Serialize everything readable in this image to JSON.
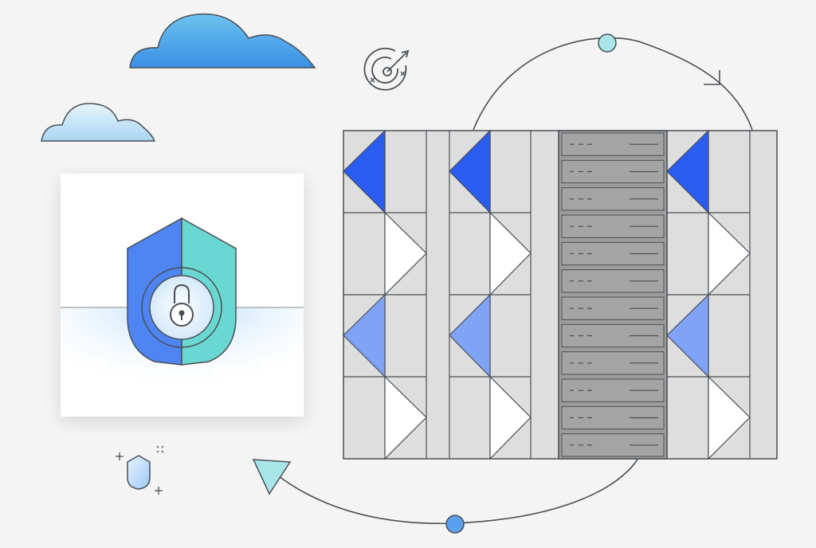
{
  "palette": {
    "background": "#f4f4f4",
    "outline": "#4a4f55",
    "blue_dark": "#2a5cf0",
    "blue_light": "#7fa3f5",
    "teal": "#6ad8d2",
    "cloud_blue": "#4a9ee8",
    "cloud_light": "#bfe0f5",
    "panel_gray": "#dedede",
    "server_gray": "#9c9c9c",
    "node_teal": "#a9e6ea",
    "node_blue": "#5aa0ec"
  },
  "icons": {
    "top_cloud": "cloud-icon",
    "small_cloud": "cloud-icon",
    "target": "target-icon",
    "shield": "shield-lock-icon",
    "padlock": "padlock-icon",
    "mini_shield": "shield-icon",
    "sparkle": "sparkle-icon",
    "flow_arrow": "cycle-arrow-icon"
  },
  "panel": {
    "columns": 3,
    "rows": 4,
    "server_slots": 12
  }
}
